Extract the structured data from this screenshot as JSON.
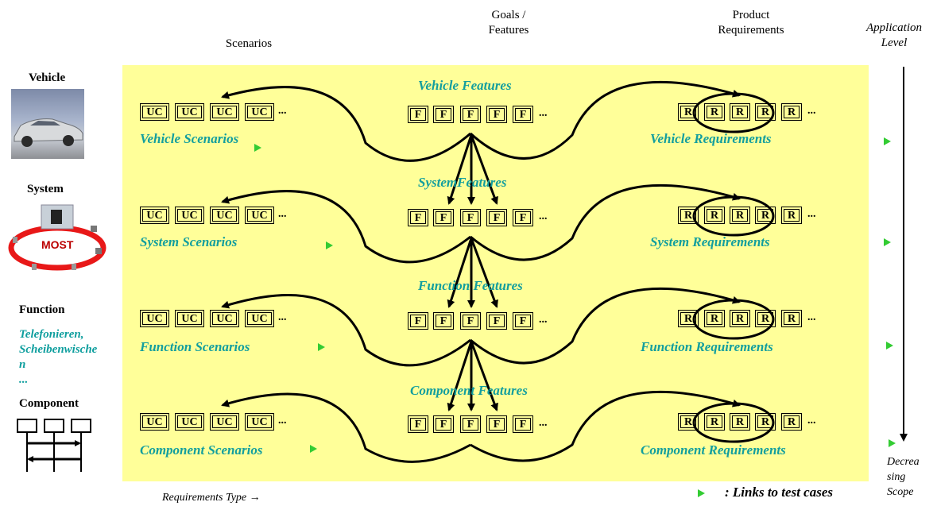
{
  "headers": {
    "scenarios": "Scenarios",
    "goals": "Goals /\nFeatures",
    "product_requirements": "Product\nRequirements",
    "application_level": "Application\nLevel"
  },
  "side": {
    "vehicle": "Vehicle",
    "system": "System",
    "function": "Function",
    "function_examples": "Telefonieren,\nScheibenwische\nn\n...",
    "component": "Component",
    "most_logo": "MOST"
  },
  "rows": [
    {
      "features": "Vehicle Features",
      "scenarios": "Vehicle Scenarios",
      "requirements": "Vehicle Requirements"
    },
    {
      "features": "SystemFeatures",
      "scenarios": "System Scenarios",
      "requirements": "System Requirements"
    },
    {
      "features": "Function Features",
      "scenarios": "Function Scenarios",
      "requirements": "Function Requirements"
    },
    {
      "features": "Component Features",
      "scenarios": "Component Scenarios",
      "requirements": "Component Requirements"
    }
  ],
  "box_labels": {
    "uc": "UC",
    "f": "F",
    "r": "R",
    "more": "..."
  },
  "footer": {
    "requirements_type": "Requirements Type →",
    "legend": ": Links to test cases",
    "decreasing_scope": "Decrea\nsing\nScope"
  }
}
